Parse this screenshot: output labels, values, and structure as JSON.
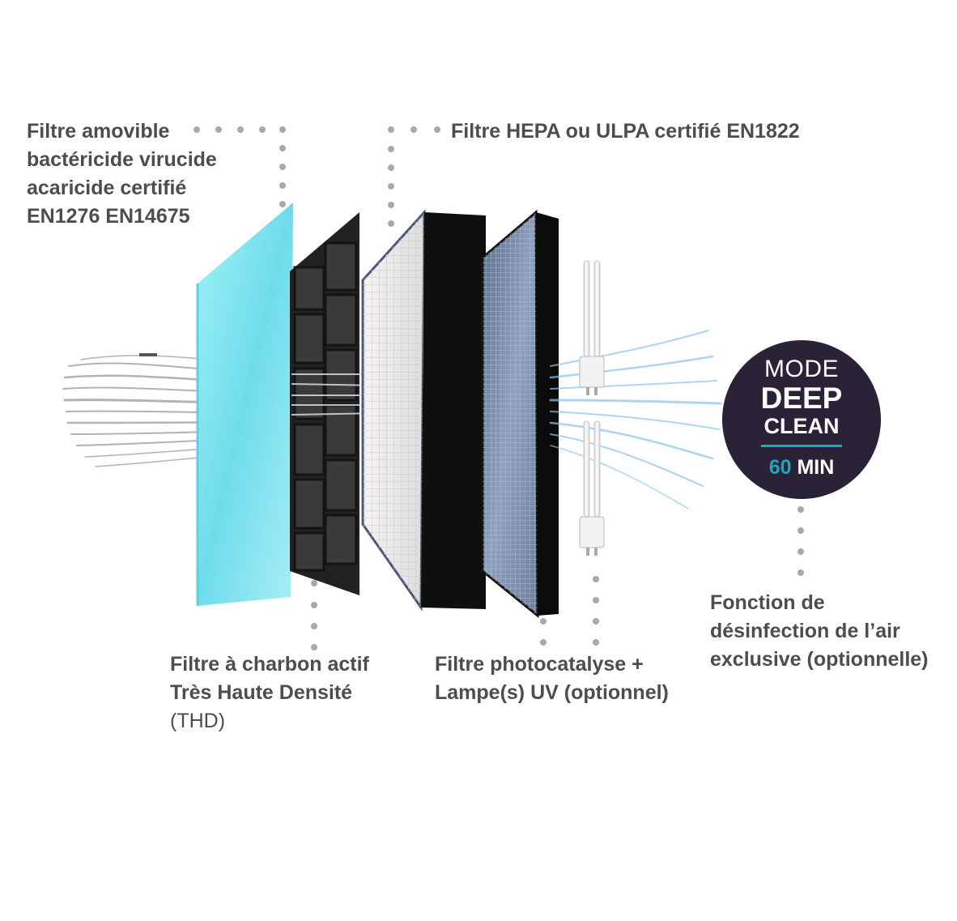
{
  "labels": {
    "prefilter": [
      "Filtre amovible",
      "bactéricide virucide",
      "acaricide certifié",
      "EN1276 EN14675"
    ],
    "hepa": [
      "Filtre HEPA ou ULPA certifié EN1822"
    ],
    "carbon": [
      "Filtre à charbon actif",
      "Très Haute Densité",
      "(THD)"
    ],
    "photocatalysis": [
      "Filtre photocatalyse +",
      "Lampe(s) UV (optionnel)"
    ],
    "disinfection": [
      "Fonction de",
      "désinfection de l’air",
      "exclusive (optionnelle)"
    ]
  },
  "badge": {
    "mode": "MODE",
    "deep": "DEEP",
    "clean": "CLEAN",
    "duration_value": "60",
    "duration_unit": "MIN"
  },
  "colors": {
    "text": "#4d4d4d",
    "dots": "#a9a9a9",
    "badge_bg": "#2a2236",
    "badge_accent": "#1aa7c2",
    "prefilter": "#7fe6ef",
    "frame": "#151515",
    "airflow_in": "#9a9a9a",
    "airflow_out": "#8cc4e8"
  },
  "icons": [
    "airflow-in-icon",
    "airflow-out-icon",
    "uv-lamp-icon"
  ]
}
